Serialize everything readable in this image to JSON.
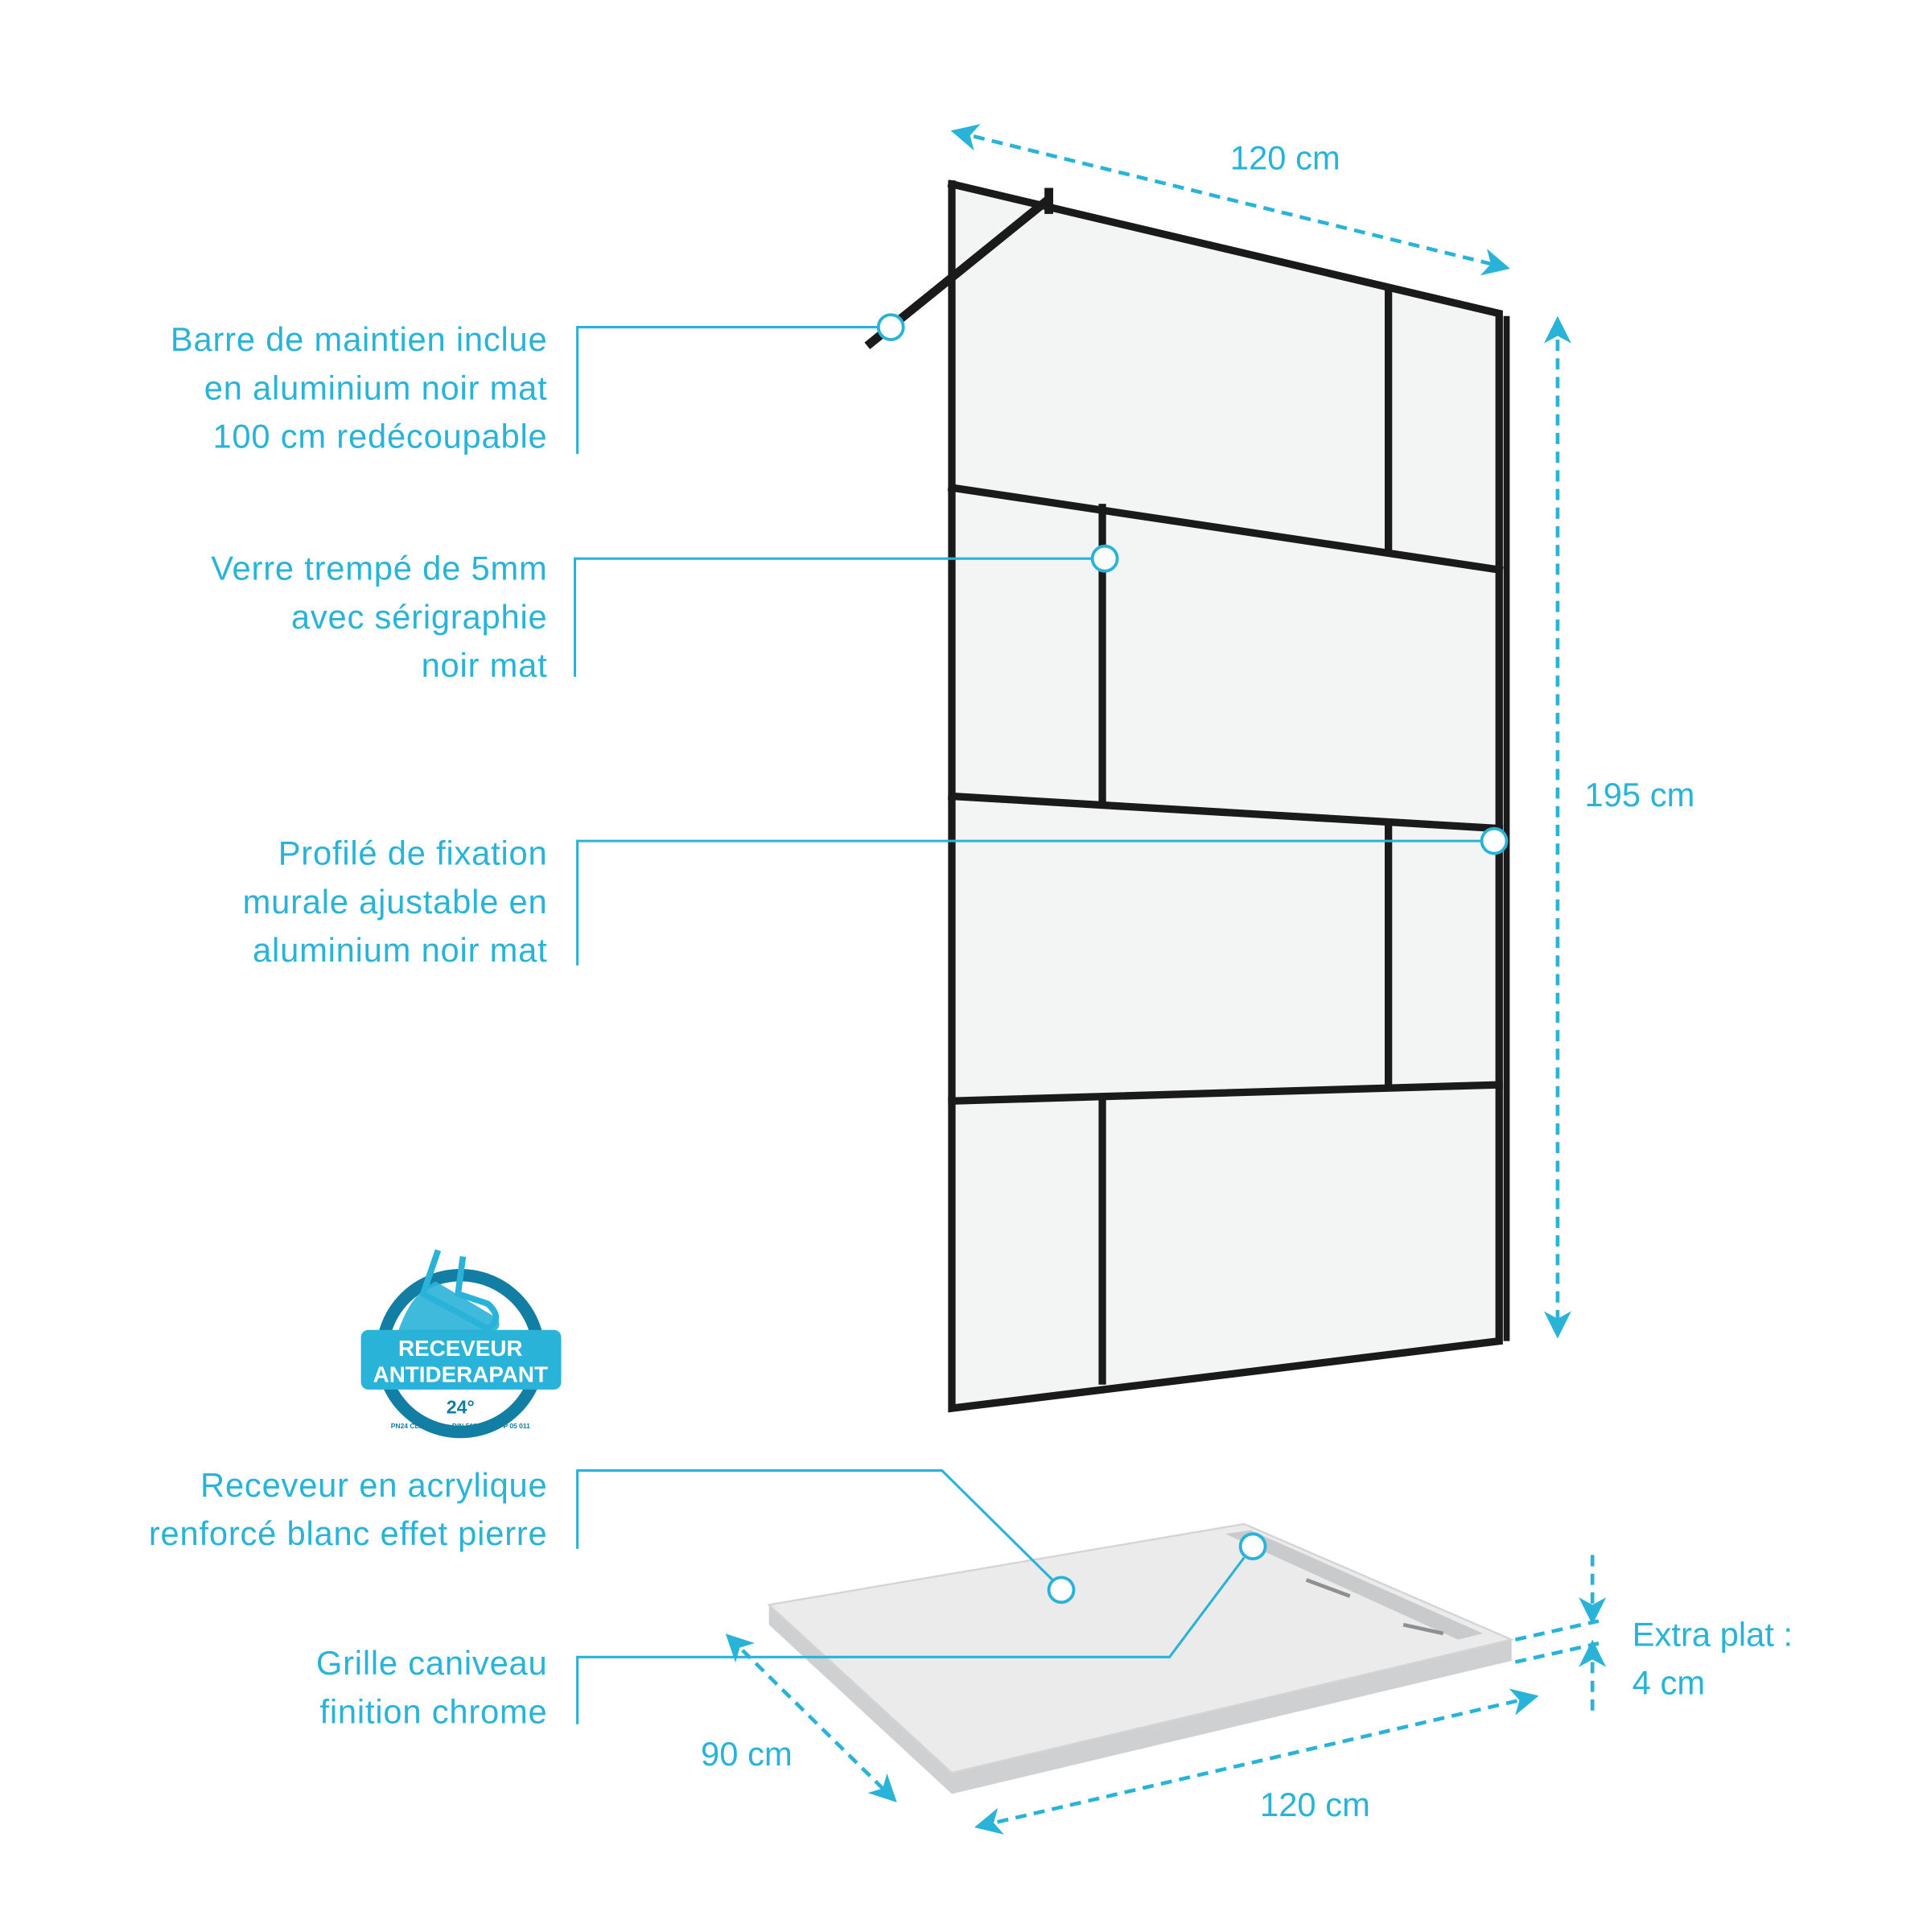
{
  "callouts": [
    {
      "lines": [
        "Barre de maintien inclue",
        "en aluminium noir mat",
        "100 cm redécoupable"
      ]
    },
    {
      "lines": [
        "Verre trempé de 5mm",
        "avec sérigraphie",
        "noir mat"
      ]
    },
    {
      "lines": [
        "Profilé de fixation",
        "murale ajustable en",
        "aluminium noir mat"
      ]
    },
    {
      "lines": [
        "Receveur en acrylique",
        "renforcé blanc effet pierre"
      ]
    },
    {
      "lines": [
        "Grille caniveau",
        "finition chrome"
      ]
    }
  ],
  "dimensions": {
    "panel_width": "120 cm",
    "panel_height": "195 cm",
    "tray_depth": "90 cm",
    "tray_width": "120 cm",
    "thickness_label": "Extra plat :",
    "thickness_value": "4 cm"
  },
  "badge": {
    "line1": "RECEVEUR",
    "line2": "ANTIDERAPANT",
    "angle": "24°",
    "norms": "PN24 CLASSE C – DIN 51097 – XP P 05 011"
  },
  "colors": {
    "accent": "#2ab3d9",
    "badge_dark": "#127ea3",
    "frame": "#1a1a1a"
  }
}
